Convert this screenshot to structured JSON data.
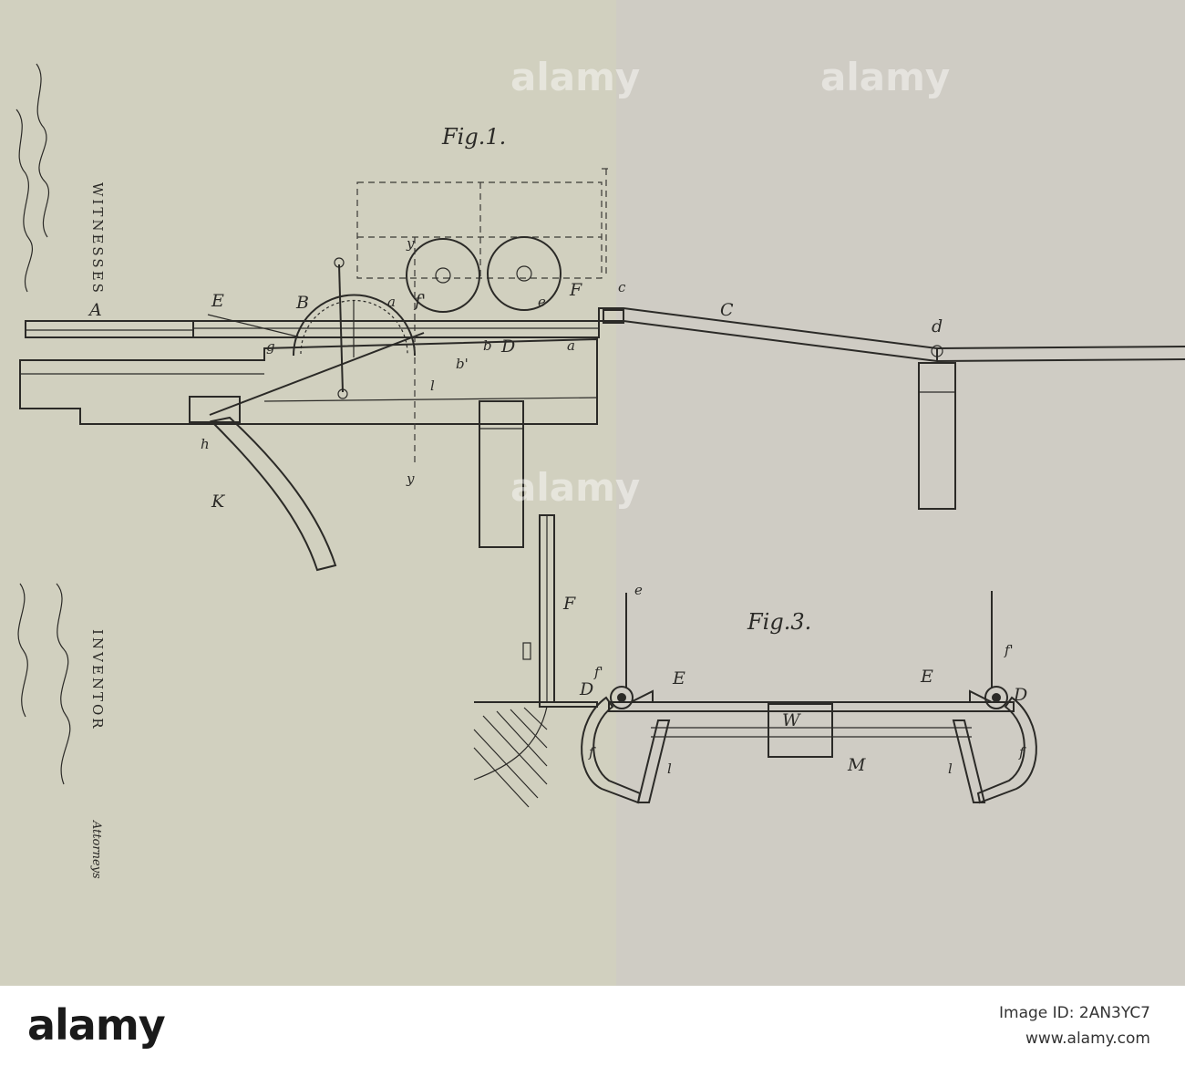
{
  "brand": {
    "logo_text": "alamy",
    "image_id_label": "Image ID: 2AN3YC7",
    "site": "www.alamy.com"
  },
  "sheet": {
    "paper_color": "#d1d0bf",
    "ink_color": "#2b2a27",
    "witnesses_label": "WITNESSES",
    "inventor_label": "INVENTOR",
    "attorneys_label": "Attorneys"
  },
  "figures": {
    "fig1": {
      "title": "Fig.1."
    },
    "fig3": {
      "title": "Fig.3."
    }
  },
  "labels": {
    "fig1": [
      "A",
      "E",
      "B",
      "g",
      "a",
      "f'",
      "e",
      "F",
      "c",
      "C",
      "d",
      "a",
      "b",
      "D",
      "b'",
      "l",
      "y",
      "y",
      "h",
      "K"
    ],
    "fig3": [
      "F",
      "e",
      "f'",
      "D",
      "E",
      "W",
      "E",
      "f'",
      "D",
      "f",
      "l",
      "M",
      "l",
      "f"
    ]
  },
  "watermark": "alamy"
}
